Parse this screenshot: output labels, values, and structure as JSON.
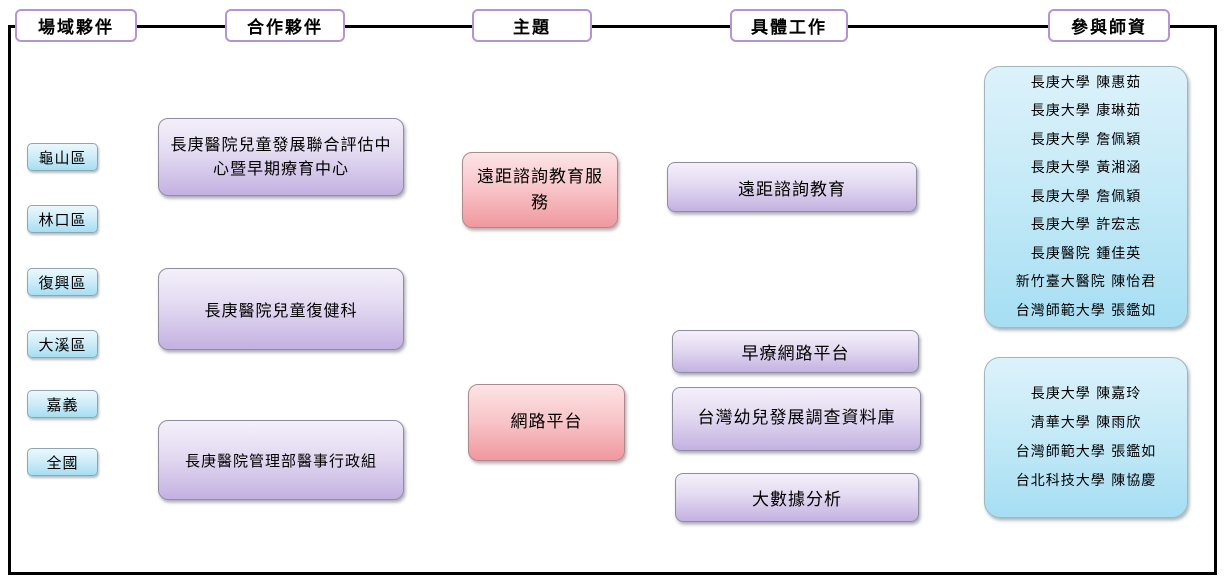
{
  "headers": [
    "場域夥伴",
    "合作夥伴",
    "主題",
    "具體工作",
    "參與師資"
  ],
  "regions": [
    "龜山區",
    "林口區",
    "復興區",
    "大溪區",
    "嘉義",
    "全國"
  ],
  "partners": [
    "長庚醫院兒童發展聯合評估中心暨早期療育中心",
    "長庚醫院兒童復健科",
    "長庚醫院管理部醫事行政組"
  ],
  "themes": [
    "遠距諮詢教育服務",
    "網路平台"
  ],
  "tasks": [
    "遠距諮詢教育",
    "早療網路平台",
    "台灣幼兒發展調查資料庫",
    "大數據分析"
  ],
  "faculty_group1": [
    "長庚大學 陳惠茹",
    "長庚大學 康琳茹",
    "長庚大學 詹佩穎",
    "長庚大學 黃湘涵",
    "長庚大學 詹佩穎",
    "長庚大學 許宏志",
    "長庚醫院 鍾佳英",
    "新竹臺大醫院 陳怡君",
    "台灣師範大學 張鑑如"
  ],
  "faculty_group2": [
    "長庚大學 陳嘉玲",
    "清華大學 陳雨欣",
    "台灣師範大學 張鑑如",
    "台北科技大學 陳協慶"
  ],
  "colors": {
    "frame_line": "#000000",
    "header_border": "#B394D6",
    "purple_top": "#F4F0FA",
    "purple_bottom": "#C3B1E1",
    "pink_top": "#FDE4E6",
    "pink_bottom": "#EF989E",
    "cyan_top": "#DDF2FB",
    "cyan_bottom": "#A6DEF3"
  }
}
